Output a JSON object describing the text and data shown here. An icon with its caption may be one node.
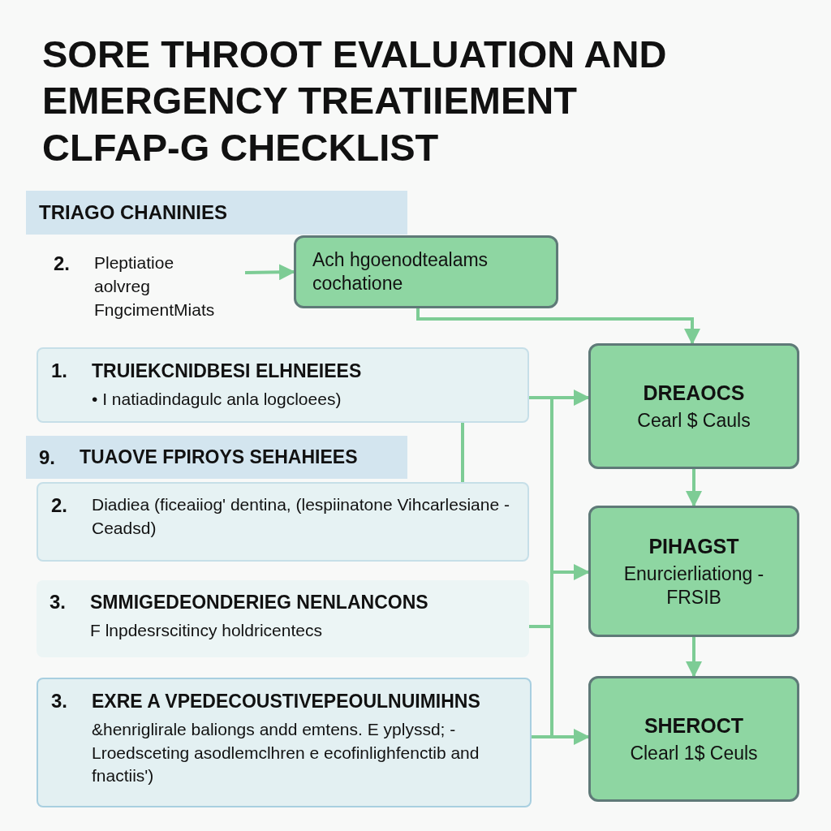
{
  "diagram": {
    "title": "SORE THROOT EVALUATION AND EMERGENCY TREATIIEMENT CLFAP-G CHECKLIST",
    "nodes": [
      {
        "text": [
          "TRIAGO CHANINIES"
        ]
      },
      {
        "text": [
          "2.",
          "Pleptiatioe aolvreg FngcimentMiats"
        ]
      },
      {
        "text": [
          "Ach hgoenodtealams cochatione"
        ]
      },
      {
        "text": [
          "1.",
          "TRUIEKCNIDBESI ELHNEIEES",
          "• I natiadindagulc anla logcloees)"
        ]
      },
      {
        "text": [
          "9.",
          "TUAOVE FPIROYS SEHAHIEES"
        ]
      },
      {
        "text": [
          "2.",
          "Diadiea (ficeaiiog' dentina, (lespiinatone Vihcarlesiane - Ceadsd)"
        ]
      },
      {
        "text": [
          "3.",
          "SMMIGEDEONDERIEG NENLANCONS",
          "F lnpdesrscitincy holdricentecs"
        ]
      },
      {
        "text": [
          "3.",
          "EXRE A VPEDECOUSTIVEPEOULNUIMIHNS",
          "&henriglirale baliongs andd emtens. E yplyssd; - Lroedsceting asodlemclhren e ecofinlighfenctib and fnactiis')"
        ]
      },
      {
        "text": [
          "DREAOCS",
          "Cearl $ Cauls"
        ]
      },
      {
        "text": [
          "PIHAGST",
          "Enurcierliationg - FRSIB"
        ]
      },
      {
        "text": [
          "SHEROCT",
          "Clearl 1$ Ceuls"
        ]
      }
    ],
    "edges": [
      {
        "from": 1,
        "to": 2,
        "arrow": "to"
      },
      {
        "from": 2,
        "to": 8,
        "arrow": "to"
      },
      {
        "from": 3,
        "to": 8,
        "arrow": "to"
      },
      {
        "from": 3,
        "to": 5,
        "arrow": "none"
      },
      {
        "from": 6,
        "to": 9,
        "arrow": "to"
      },
      {
        "from": 7,
        "to": 10,
        "arrow": "to"
      },
      {
        "from": 8,
        "to": 9,
        "arrow": "to"
      },
      {
        "from": 9,
        "to": 10,
        "arrow": "to"
      }
    ]
  }
}
